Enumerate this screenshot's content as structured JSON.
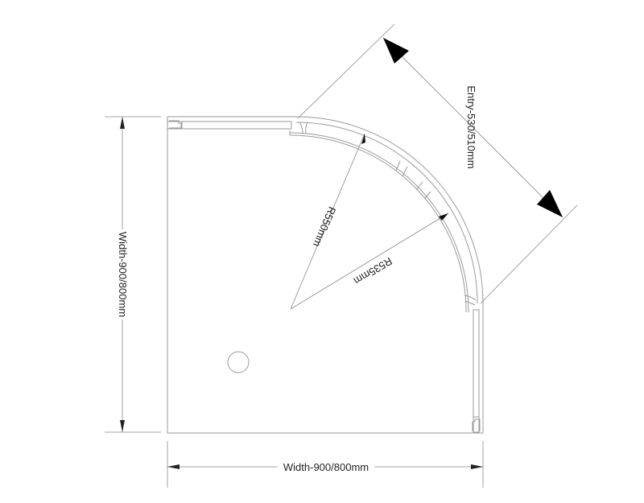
{
  "labels": {
    "entry": "Entry-530/510mm",
    "width_left": "Width-900/800mm",
    "width_bottom": "Width-900/800mm",
    "radius_outer": "R550mm",
    "radius_inner": "R535mm"
  }
}
